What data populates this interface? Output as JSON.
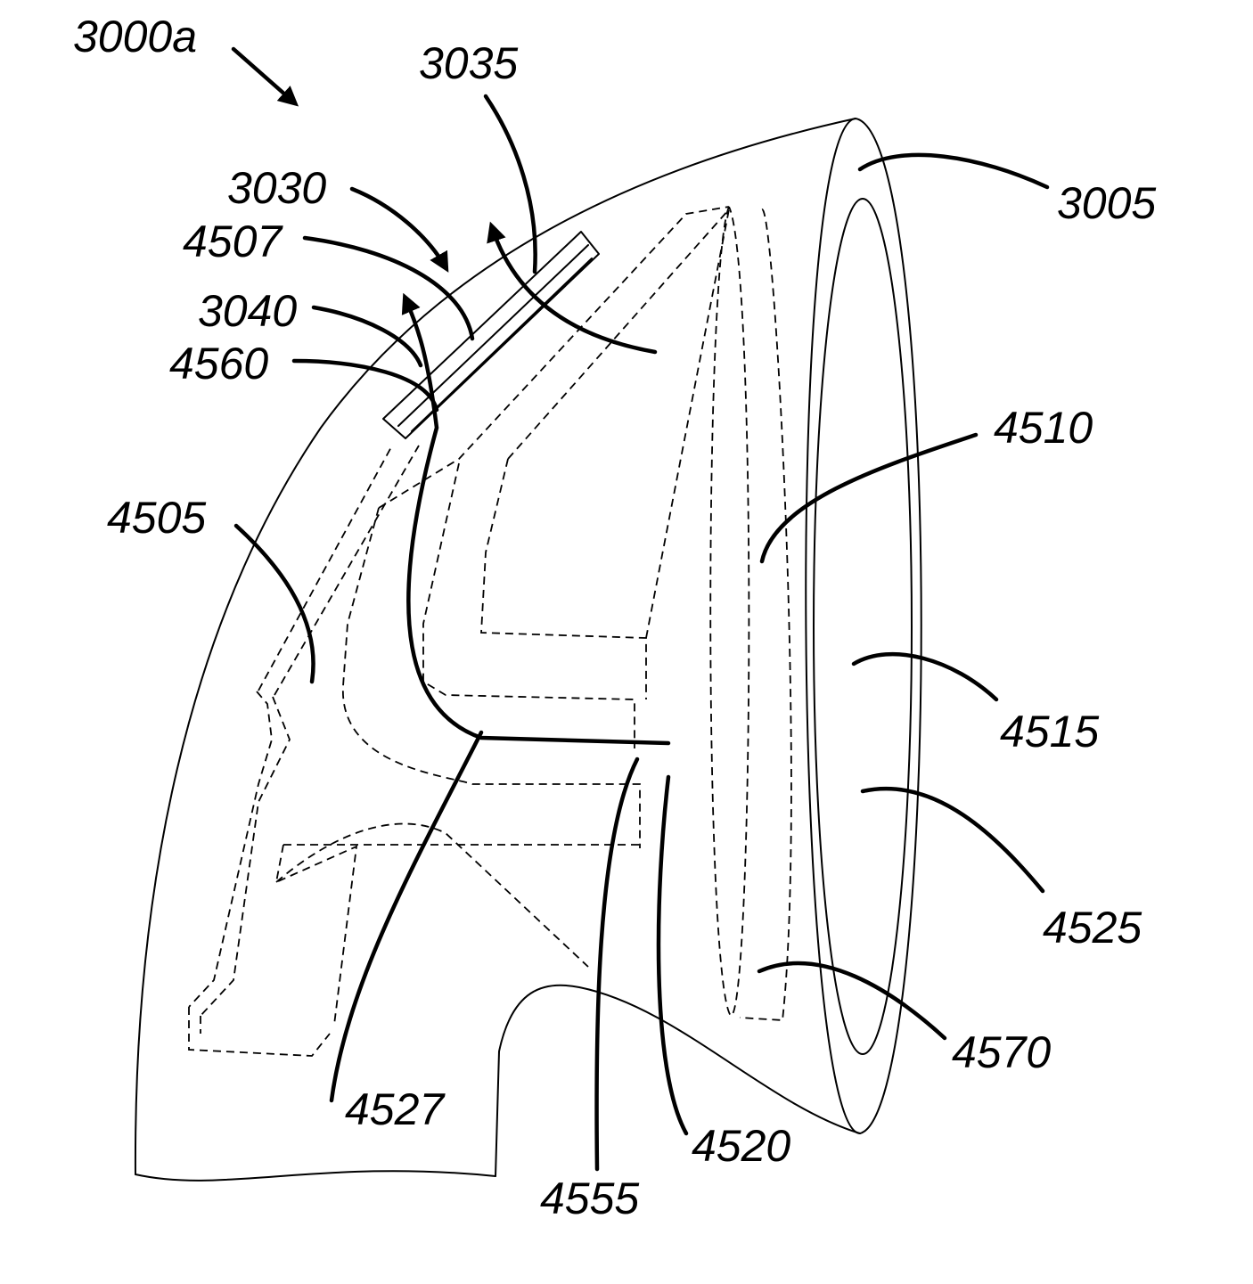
{
  "figure": {
    "ref_main": "3000a",
    "labels": {
      "l3035": "3035",
      "l3030": "3030",
      "l4507": "4507",
      "l3040": "3040",
      "l4560": "4560",
      "l3005": "3005",
      "l4510": "4510",
      "l4505": "4505",
      "l4515": "4515",
      "l4525": "4525",
      "l4570": "4570",
      "l4527": "4527",
      "l4520": "4520",
      "l4555": "4555"
    }
  }
}
